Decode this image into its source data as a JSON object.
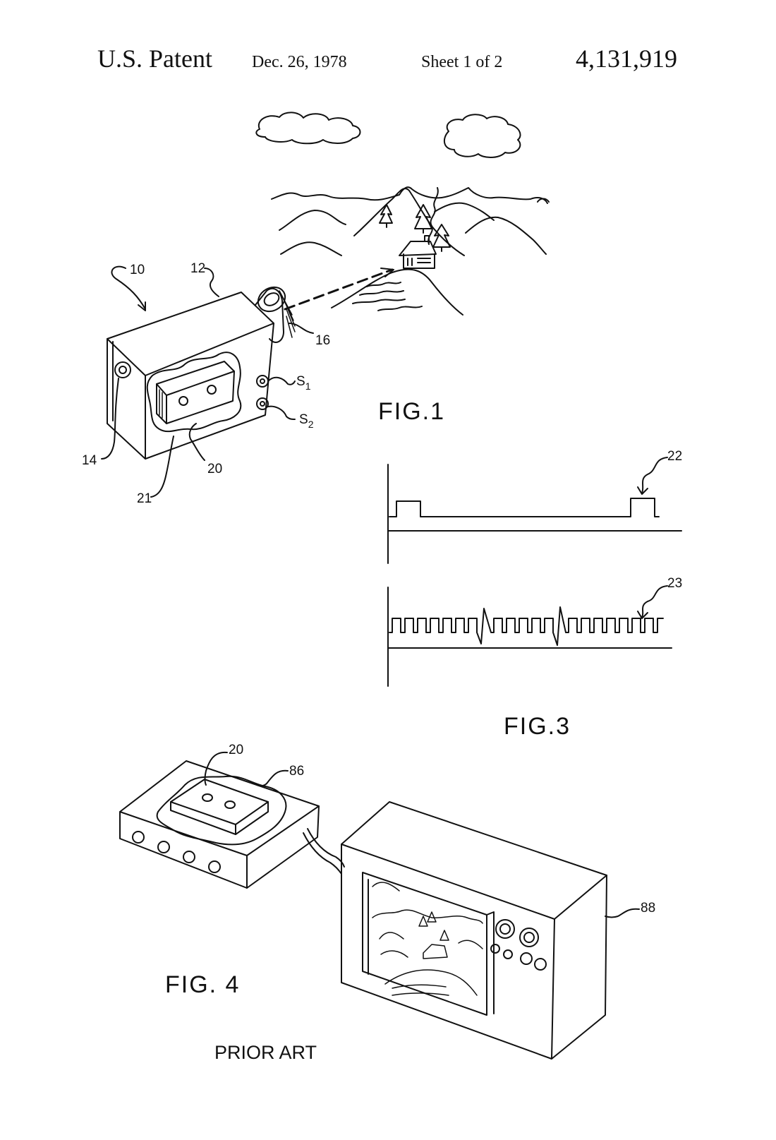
{
  "header": {
    "title": "U.S. Patent",
    "date": "Dec. 26, 1978",
    "sheet": "Sheet 1 of 2",
    "patent_number": "4,131,919"
  },
  "figures": {
    "fig1": {
      "label": "FIG.1",
      "refs": {
        "r10": "10",
        "r12": "12",
        "r16": "16",
        "r14": "14",
        "r20": "20",
        "r21": "21",
        "s1": "S",
        "s1_sub": "1",
        "s2": "S",
        "s2_sub": "2"
      }
    },
    "fig3": {
      "label": "FIG.3",
      "refs": {
        "r22": "22",
        "r23": "23"
      }
    },
    "fig4": {
      "label": "FIG. 4",
      "caption": "PRIOR ART",
      "refs": {
        "r20": "20",
        "r86": "86",
        "r88": "88"
      }
    }
  }
}
